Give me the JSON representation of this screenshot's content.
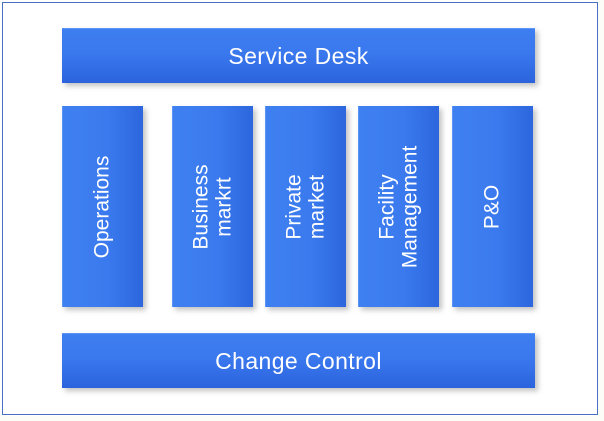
{
  "diagram": {
    "title_bar": {
      "label": "Service Desk"
    },
    "footer_bar": {
      "label": "Change Control"
    },
    "columns": [
      {
        "label": "Operations",
        "line1": "Operations",
        "line2": ""
      },
      {
        "label": "Business markrt",
        "line1": "Business",
        "line2": "markrt"
      },
      {
        "label": "Private market",
        "line1": "Private",
        "line2": "market"
      },
      {
        "label": "Facility Management",
        "line1": "Facility",
        "line2": "Management"
      },
      {
        "label": "P&O",
        "line1": "P&O",
        "line2": ""
      }
    ],
    "colors": {
      "bar_top": "#3d7ef0",
      "bar_bottom": "#2b63dd",
      "column_left": "#3f80f1",
      "column_right": "#2d66de",
      "text": "#ffffff",
      "frame_border": "#4a6fc4",
      "canvas_background": "#ffffff"
    }
  }
}
